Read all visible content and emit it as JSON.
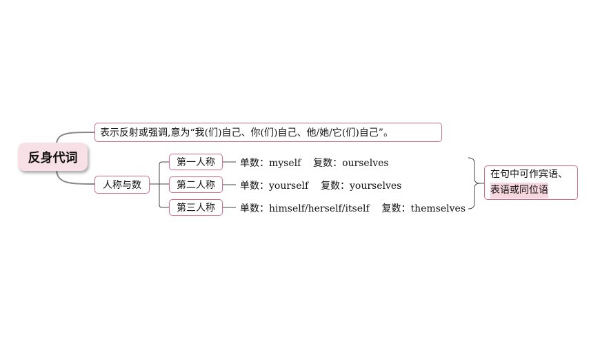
{
  "root": {
    "label": "反身代词"
  },
  "definition": {
    "prefix": "表示反射或强调,意为“我(们)自己、你(们)自己、他/她/它(们)自己”。"
  },
  "person_number": {
    "label": "人称与数",
    "rows": [
      {
        "person": "第一人称",
        "text": "单数：myself    复数：ourselves"
      },
      {
        "person": "第二人称",
        "text": "单数：yourself    复数：yourselves"
      },
      {
        "person": "第三人称",
        "text": "单数：himself/herself/itself    复数：themselves"
      }
    ]
  },
  "function_note": {
    "line1": "在句中可作宾语、",
    "line2": "表语或同位语"
  },
  "colors": {
    "accent": "#d86a86",
    "root_fill": "#f7e1e7",
    "highlight": "#f6d7df"
  }
}
